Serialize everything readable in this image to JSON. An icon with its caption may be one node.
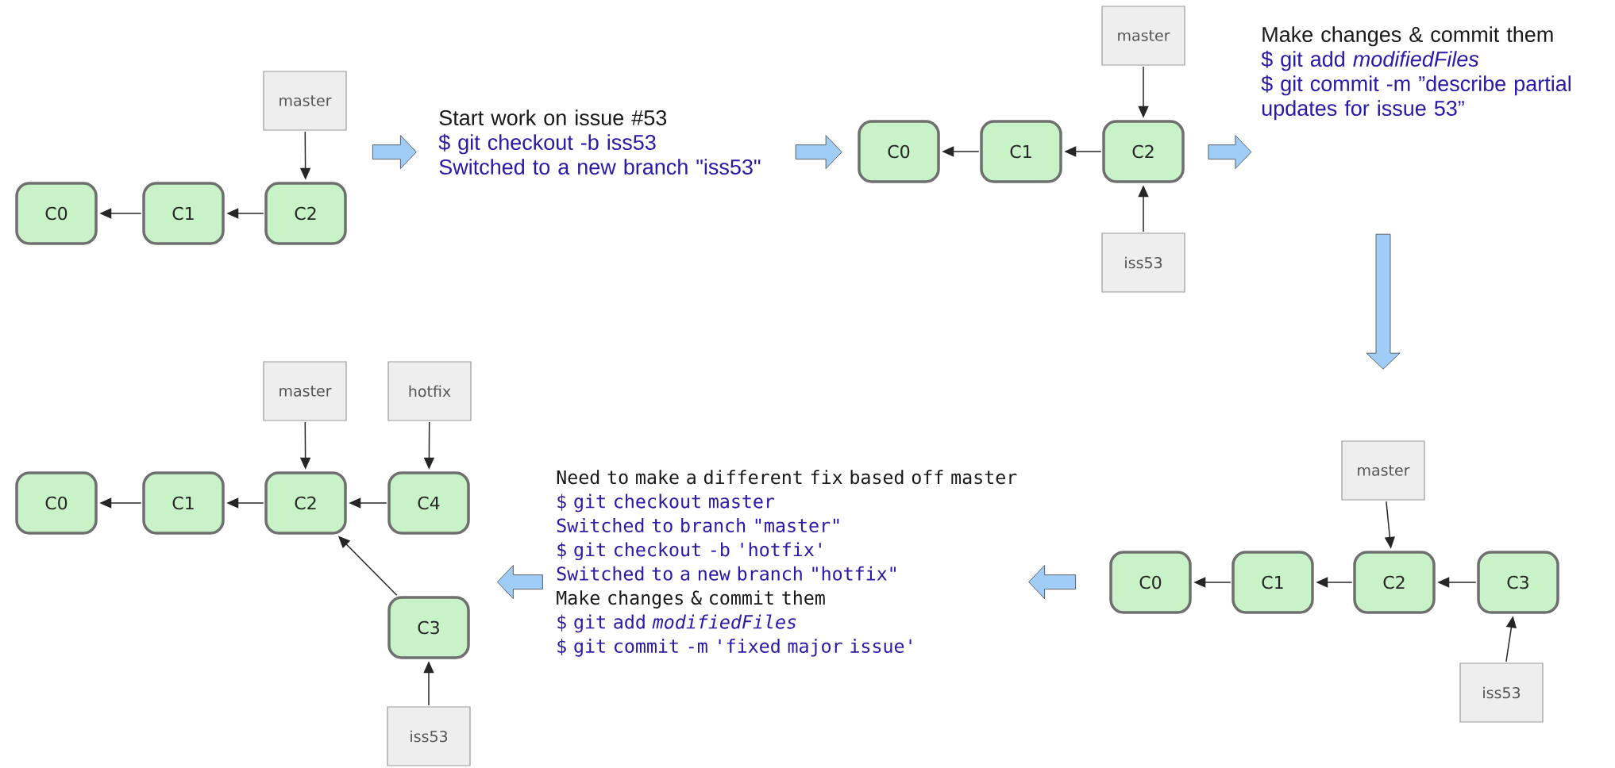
{
  "diagram": {
    "nodes": [
      {
        "text": [
          "master"
        ]
      },
      {
        "text": [
          "C0"
        ]
      },
      {
        "text": [
          "C1"
        ]
      },
      {
        "text": [
          "C2"
        ]
      },
      {
        "text": [
          "Start work on issue #53",
          "$ git checkout -b iss53",
          "Switched to a new branch \"iss53\""
        ]
      },
      {
        "text": [
          "master"
        ]
      },
      {
        "text": [
          "C0"
        ]
      },
      {
        "text": [
          "C1"
        ]
      },
      {
        "text": [
          "C2"
        ]
      },
      {
        "text": [
          "iss53"
        ]
      },
      {
        "text": [
          "Make changes & commit them",
          "$ git add *modifiedFiles*",
          "$ git commit -m ”describe partial updates for issue 53”"
        ]
      },
      {
        "text": [
          "master"
        ]
      },
      {
        "text": [
          "C0"
        ]
      },
      {
        "text": [
          "C1"
        ]
      },
      {
        "text": [
          "C2"
        ]
      },
      {
        "text": [
          "C3"
        ]
      },
      {
        "text": [
          "iss53"
        ]
      },
      {
        "text": [
          "Need to make a different fix based off master",
          "$ git checkout master",
          "Switched to branch \"master\"",
          "$ git checkout -b 'hotfix'",
          "Switched to a new branch \"hotfix\"",
          "Make changes & commit them",
          "$ git add *modifiedFiles*",
          "$ git commit -m 'fixed major issue'"
        ]
      },
      {
        "text": [
          "master"
        ]
      },
      {
        "text": [
          "hotfix"
        ]
      },
      {
        "text": [
          "C0"
        ]
      },
      {
        "text": [
          "C1"
        ]
      },
      {
        "text": [
          "C2"
        ]
      },
      {
        "text": [
          "C4"
        ]
      },
      {
        "text": [
          "C3"
        ]
      },
      {
        "text": [
          "iss53"
        ]
      }
    ],
    "edges": [
      {
        "from": 2,
        "to": 1,
        "arrow": "to"
      },
      {
        "from": 3,
        "to": 2,
        "arrow": "to"
      },
      {
        "from": 0,
        "to": 3,
        "arrow": "to"
      },
      {
        "from": 3,
        "to": 4,
        "arrow": "to",
        "style": "thick",
        "color": "#9fcdf8"
      },
      {
        "from": 4,
        "to": 6,
        "arrow": "to",
        "style": "thick",
        "color": "#9fcdf8"
      },
      {
        "from": 7,
        "to": 6,
        "arrow": "to"
      },
      {
        "from": 8,
        "to": 7,
        "arrow": "to"
      },
      {
        "from": 5,
        "to": 8,
        "arrow": "to"
      },
      {
        "from": 9,
        "to": 8,
        "arrow": "to"
      },
      {
        "from": 8,
        "to": 10,
        "arrow": "to",
        "style": "thick",
        "color": "#9fcdf8"
      },
      {
        "from": 10,
        "to": 11,
        "arrow": "to",
        "style": "thick",
        "color": "#9fcdf8"
      },
      {
        "from": 13,
        "to": 12,
        "arrow": "to"
      },
      {
        "from": 14,
        "to": 13,
        "arrow": "to"
      },
      {
        "from": 15,
        "to": 14,
        "arrow": "to"
      },
      {
        "from": 11,
        "to": 14,
        "arrow": "to"
      },
      {
        "from": 16,
        "to": 15,
        "arrow": "to"
      },
      {
        "from": 12,
        "to": 17,
        "arrow": "to",
        "style": "thick",
        "color": "#9fcdf8"
      },
      {
        "from": 17,
        "to": 24,
        "arrow": "to",
        "style": "thick",
        "color": "#9fcdf8"
      },
      {
        "from": 21,
        "to": 20,
        "arrow": "to"
      },
      {
        "from": 22,
        "to": 21,
        "arrow": "to"
      },
      {
        "from": 23,
        "to": 22,
        "arrow": "to"
      },
      {
        "from": 18,
        "to": 22,
        "arrow": "to"
      },
      {
        "from": 19,
        "to": 23,
        "arrow": "to"
      },
      {
        "from": 24,
        "to": 22,
        "arrow": "to"
      },
      {
        "from": 25,
        "to": 24,
        "arrow": "to"
      }
    ]
  }
}
